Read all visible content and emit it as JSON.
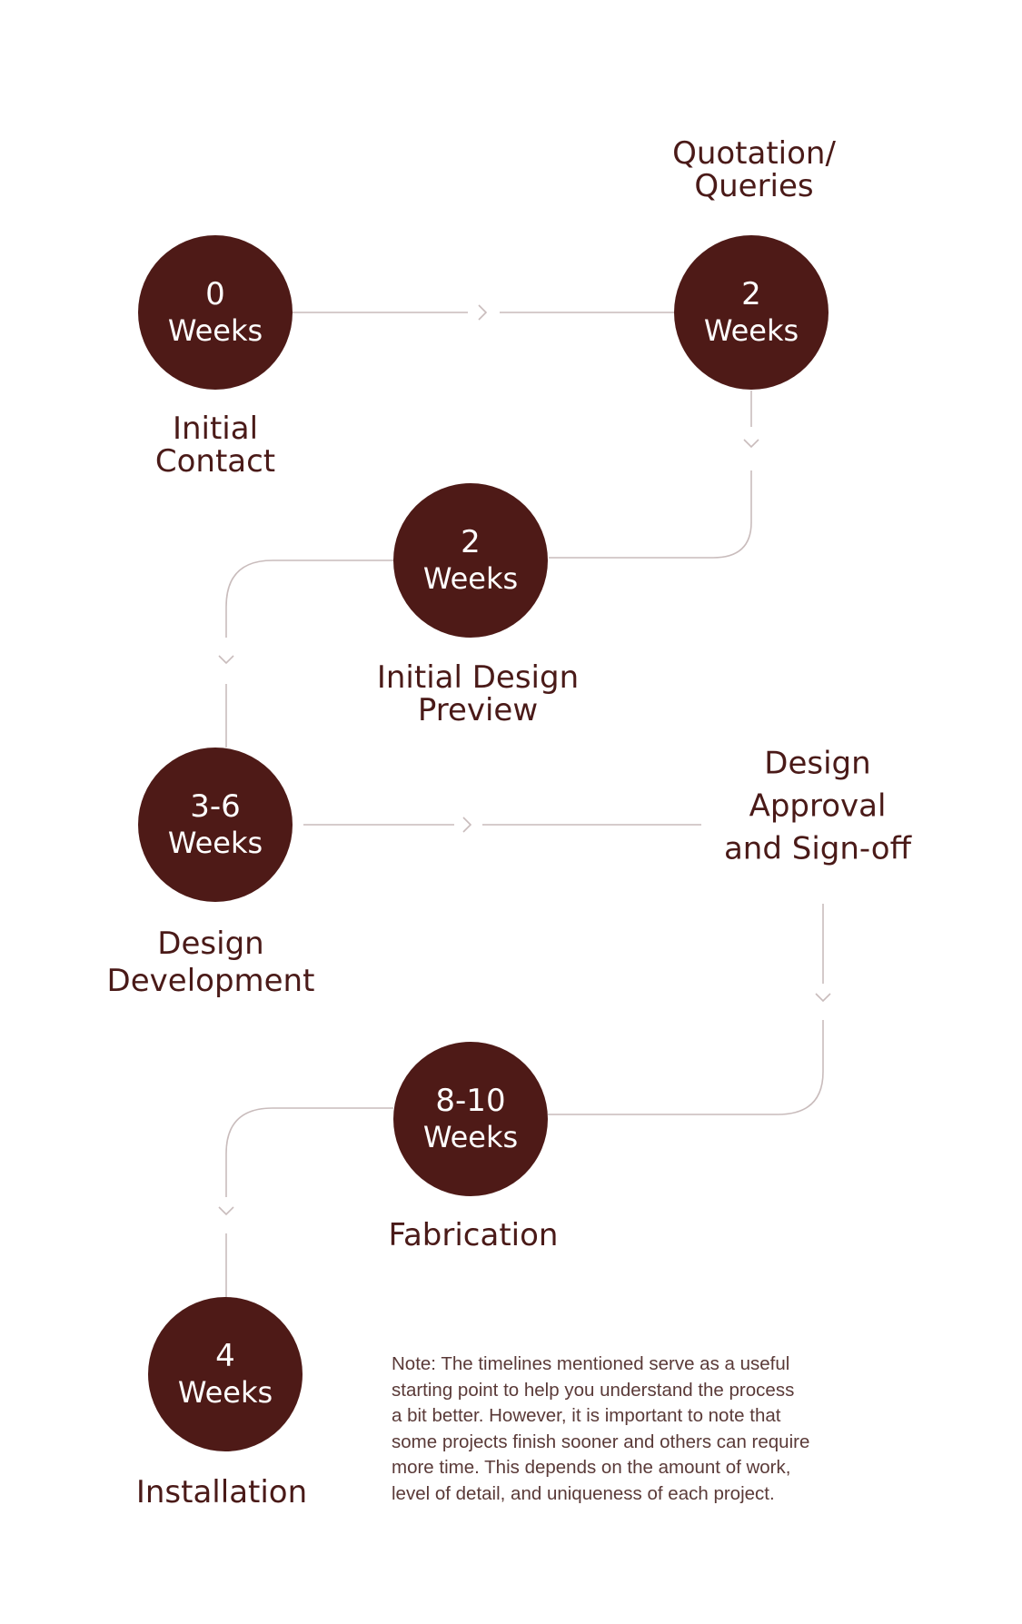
{
  "colors": {
    "circle": "#4e1a17",
    "text": "#4a1a18",
    "connector": "#c9bcbc"
  },
  "steps": [
    {
      "duration": "0",
      "unit": "Weeks",
      "label": "Initial\nContact"
    },
    {
      "duration": "2",
      "unit": "Weeks",
      "label": "Quotation/\nQueries"
    },
    {
      "duration": "2",
      "unit": "Weeks",
      "label": "Initial Design\nPreview"
    },
    {
      "duration": "3-6",
      "unit": "Weeks",
      "label": "Design\nDevelopment"
    },
    {
      "label": "Design\nApproval\nand Sign-off"
    },
    {
      "duration": "8-10",
      "unit": "Weeks",
      "label": "Fabrication"
    },
    {
      "duration": "4",
      "unit": "Weeks",
      "label": "Installation"
    }
  ],
  "note": "Note: The timelines mentioned serve as a useful\nstarting point to help you understand the process\na bit better. However, it is important to note that\nsome projects finish sooner and others can require\nmore time. This depends on the amount of work,\nlevel of detail, and uniqueness of each project."
}
